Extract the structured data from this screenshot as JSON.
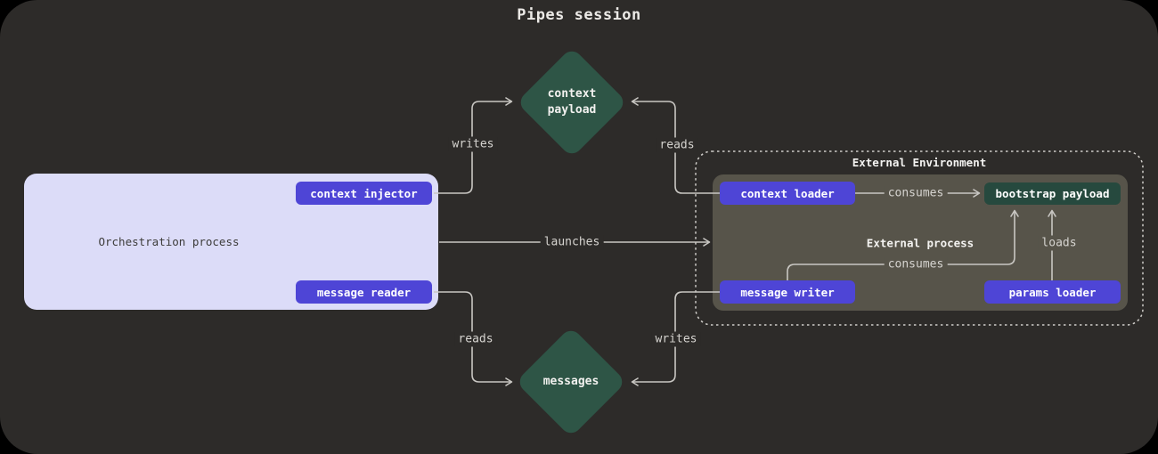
{
  "title": "Pipes session",
  "colors": {
    "canvas_bg": "#2d2b29",
    "accent_purple": "#4e45d6",
    "diamond_green": "#2e5546",
    "bootstrap_green": "#26493e",
    "orchestration_bg": "#dcdcf8",
    "external_process_bg": "#57544a",
    "line": "#c9c7c3"
  },
  "nodes": {
    "context_payload": {
      "label": "context payload"
    },
    "messages": {
      "label": "messages"
    },
    "orchestration": {
      "label": "Orchestration process",
      "context_injector": "context injector",
      "message_reader": "message reader"
    },
    "external_environment": {
      "label": "External Environment",
      "process_label": "External process",
      "context_loader": "context loader",
      "message_writer": "message writer",
      "params_loader": "params loader",
      "bootstrap_payload": "bootstrap payload"
    }
  },
  "edges": {
    "writes_top": "writes",
    "reads_top": "reads",
    "launches": "launches",
    "consumes_top": "consumes",
    "consumes_bottom": "consumes",
    "loads": "loads",
    "reads_bottom": "reads",
    "writes_bottom": "writes"
  }
}
